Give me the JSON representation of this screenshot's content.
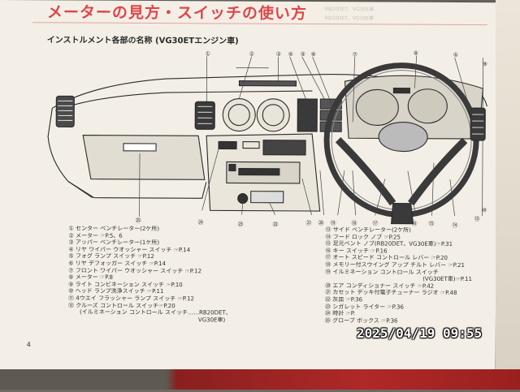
{
  "page": {
    "title": "メーターの見方・スイッチの使い方",
    "subtitle": "インストルメント各部の名称 (VG30ETエンジン車)",
    "page_number": "4",
    "timestamp": "2025/04/19  09:55"
  },
  "ghost_text": [
    "RB20DET、VG30E車",
    "RB20DET、VG30E車"
  ],
  "callouts": {
    "top": [
      "①",
      "②",
      "③",
      "④",
      "⑤",
      "⑥",
      "⑦",
      "⑧",
      "⑤",
      "⑨"
    ],
    "bottom": [
      "㉕",
      "㉔",
      "㉓",
      "㉒",
      "㉑",
      "⑳",
      "⑲",
      "⑱",
      "⑰",
      "⑯",
      "⑮",
      "⑭",
      "⑬",
      "⑩"
    ]
  },
  "legend_left": [
    "①  センター  ベンチレーター(2ケ所)",
    "②  メーター  ☞P.5、6",
    "③  アッパー  ベンチレーター(1ケ所)",
    "④  リヤ  ワイパー  ウオッシャー  スイッチ  ☞P.14",
    "⑤  フォグ  ランプ  スイッチ  ☞P.12",
    "⑥  リヤ  デフォッガー  スイッチ  ☞P.14",
    "⑦  フロント  ワイパー  ウオッシャー  スイッチ  ☞P.12",
    "⑧  メーター  ☞P.8",
    "⑨  ライト  コンビネーション  スイッチ  ☞P.10",
    "⑩  ヘッド  ランプ洗浄スイッチ  ☞P.11",
    "⑪  4ウエイ  フラッシャー  ランプ  スイッチ  ☞P.12",
    "⑫  クルーズ  コントロール  スイッチ☞P.20",
    "(イルミネーション  コントロール  スイッチ……RB20DET、",
    "VG30E車)"
  ],
  "legend_right": [
    "⑬  サイド  ベンチレーター(2ケ所)",
    "⑭  フード  ロック  ノブ  ☞P.25",
    "⑮  足元ベント  ノブ(RB20DET、VG30E車)☞P.31",
    "⑯  キー  スイッチ  ☞P.16",
    "⑰  オート  スピード  コントロール  レバー  ☞P.20",
    "⑱  メモリー付スウイング  アップ  チルト  レバー  ☞P.21",
    "⑲  イルミネーション  コントロール  スイッチ",
    "(VG30ET車)☞P.11",
    "⑳  エア  コンディショナー  スイッチ  ☞P.42",
    "㉑  カセット  デッキ付電子チューナー  ラジオ  ☞P.48",
    "㉒  灰皿  ☞P.36",
    "㉓  シガレット  ライター  ☞P.36",
    "㉔  時計  ☞P.  ",
    "㉕  グローブ  ボックス  ☞P.36"
  ]
}
